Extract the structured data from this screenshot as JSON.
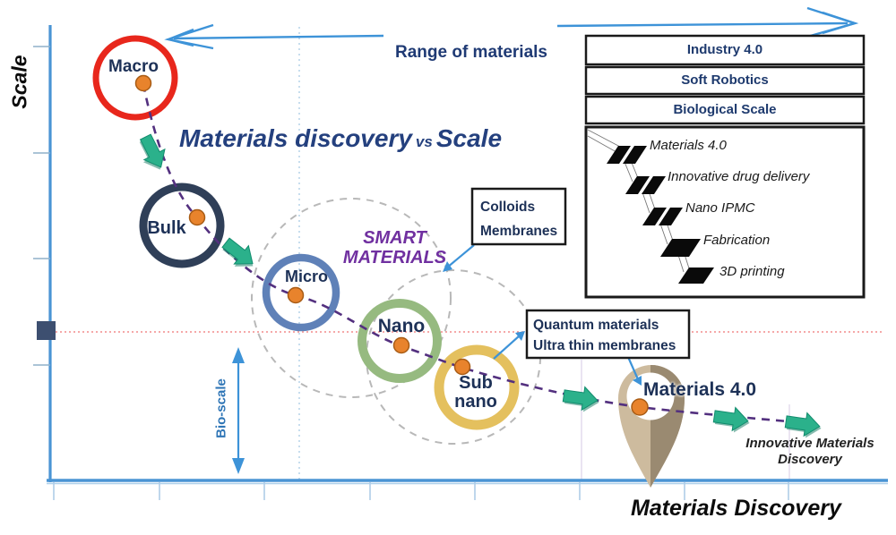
{
  "figure": {
    "y_axis_label": "Scale",
    "x_axis_label": "Materials Discovery",
    "title": {
      "main": "Materials discovery",
      "vs": "vs",
      "tail": "Scale"
    },
    "range_of_materials": "Range of materials",
    "smart_materials": {
      "line1": "SMART",
      "line2": "MATERIALS"
    },
    "bio_scale": "Bio-scale",
    "innovative": {
      "line1": "Innovative Materials",
      "line2": "Discovery"
    }
  },
  "nodes": {
    "macro": {
      "label": "Macro",
      "color": "#e8271c"
    },
    "bulk": {
      "label": "Bulk",
      "color": "#2f3f58"
    },
    "micro": {
      "label": "Micro",
      "color": "#5f81b8"
    },
    "nano": {
      "label": "Nano",
      "color": "#96ba80"
    },
    "subnano": {
      "line1": "Sub",
      "line2": "nano",
      "color": "#e4c05e"
    },
    "materials40": {
      "label": "Materials 4.0",
      "color": "#cdbb9e"
    }
  },
  "callouts": {
    "colloids": {
      "line1": "Colloids",
      "line2": "Membranes"
    },
    "quantum": {
      "line1": "Quantum materials",
      "line2": "Ultra thin membranes"
    }
  },
  "legend": {
    "rows": [
      {
        "label": "Industry 4.0"
      },
      {
        "label": "Soft Robotics"
      },
      {
        "label": "Biological Scale"
      }
    ],
    "stairs": [
      {
        "label": "Materials 4.0"
      },
      {
        "label": "Innovative drug delivery"
      },
      {
        "label": "Nano IPMC"
      },
      {
        "label": "Fabrication"
      },
      {
        "label": "3D printing"
      }
    ]
  },
  "colors": {
    "axis_blue": "#4a94d4",
    "curve_purple": "#53307f",
    "arrow_green": "#2bb18b",
    "dot_orange": "#e8832c",
    "red_dotted_line": "#f28b8b",
    "smart_purple": "#7030a0",
    "bio_blue": "#2e75b6",
    "label_navy": "#1d3157",
    "pin_tan": "#cdbb9e"
  }
}
